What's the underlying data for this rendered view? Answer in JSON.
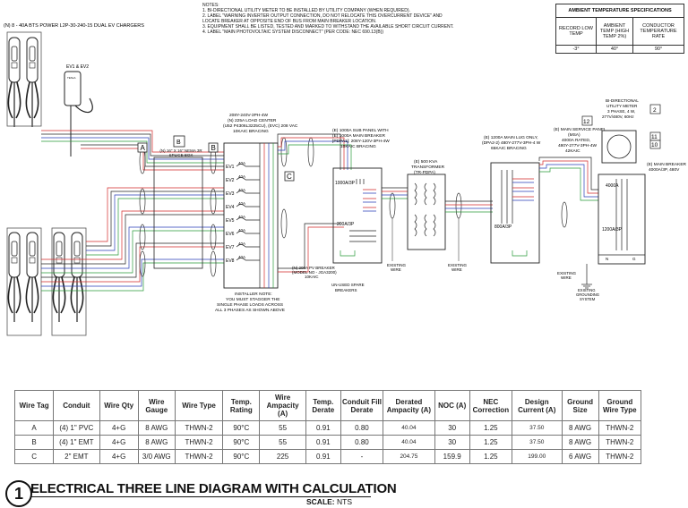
{
  "notes": {
    "heading": "NOTES:",
    "lines": [
      "1.    BI-DIRECTIONAL UTILITY METER TO BE INSTALLED BY UTILITY COMPANY (WHEN REQUIRED).",
      "2.    LABEL \"WARNING INVERTER OUTPUT CONNECTION, DO NOT RELOCATE THIS OVERCURRENT DEVICE\" AND",
      "       LOCATE BREAKER AT OPPOSITE END OF BUS FROM MAIN BREAKER LOCATION.",
      "3.    EQUIPMENT SHALL BE LISTED, TESTED AND MARKED TO WITHSTAND THE AVAILABLE SHORT CIRCUIT CURRENT.",
      "4.    LABEL \"MAIN PHOTOVOLTAIC SYSTEM DISCONNECT\" (PER CODE: NEC 690.13(B))"
    ]
  },
  "ambient_table": {
    "title": "AMBIENT TEMPERATURE SPECIFICATIONS",
    "col1": "RECORD LOW TEMP",
    "col2": "AMBIENT TEMP (HIGH TEMP 2%)",
    "col3": "CONDUCTOR TEMPERATURE RATE",
    "values": [
      "-3°",
      "40°",
      "90°"
    ]
  },
  "diagram": {
    "chargers_label": "(N) 8 - 40A BTS POWER L2P-30-240-15 DUAL EV CHARGERS",
    "ev_label": "EV1 & EV2",
    "tag_a": "A",
    "tag_b": "B",
    "tag_c": "C",
    "splice_box": "(N) 16\" X 16\" NEMA 3R SPLICE BOX",
    "load_center": [
      "208Y-240V-3PH-4W",
      "(N) 225A LOAD CENTER",
      "(U52 P4306L3225CU), (EVC) 208 VAC",
      "10KAIC BRACING"
    ],
    "ev_circuits": [
      "EV1",
      "EV2",
      "EV3",
      "EV4",
      "EV5",
      "EV6",
      "EV7",
      "EV8"
    ],
    "ev_breakers": [
      "40A",
      "40A",
      "40A",
      "40A",
      "40A",
      "40A",
      "40A",
      "40A"
    ],
    "sub_panel": [
      "(E) 1000A SUB PANEL WITH",
      "(E) 1000A MAIN BREAKER",
      "[PDPA1]: 208Y-120V-3PH-4W",
      "10KAIC BRACING"
    ],
    "sub_panel_main": "1000A/3P",
    "sub_panel_branch": "200A/3P",
    "pv_breaker": [
      "(N) 200A PV BREAKER",
      "(MODEL NO - JGA3200)",
      "10KAIC"
    ],
    "unused": [
      "UN-USED SPARE",
      "BREAKERS"
    ],
    "transformer": [
      "(E) 500 KVA",
      "TRANSFORMER",
      "(TR-PDPA)"
    ],
    "existing_wire": [
      "EXISTING",
      "WIRE"
    ],
    "main_lug": [
      "(E) 1200A MAIN LUG ONLY,",
      "(DPA2-2) 480Y-277V-3PH-4 W",
      "65KAIC BRACING"
    ],
    "main_lug_breaker": "800A/3P",
    "main_service": [
      "(E) MAIN SERVICE PANEL",
      "(MSA)",
      "4000A RATED,",
      "480Y-277V-3PH-4W",
      "42KAIC"
    ],
    "main_breaker": [
      "(E) MAIN BREAKER",
      "4000A/3P, 480V"
    ],
    "main_service_breakers": [
      "4000A",
      "1200A/3P"
    ],
    "utility_meter": [
      "BI-DIRECTIONAL",
      "UTILITY METER",
      "3 PHASE, 4 W,",
      "277V/480V, 60Hz"
    ],
    "n_label": "N",
    "g_label": "G",
    "tag_numbers": [
      "12",
      "2",
      "11",
      "10"
    ],
    "grounding": [
      "EXISTING",
      "GROUNDING",
      "SYSTEM"
    ],
    "installer_note": [
      "INSTALLER NOTE:",
      "YOU MUST STAGGER THE",
      "SINGLE PHASE LOADS ACROSS",
      "ALL 3 PHASES AS SHOWN ABOVE"
    ],
    "charger_brand": "TESLA"
  },
  "wire_table": {
    "headers": [
      "Wire Tag",
      "Conduit",
      "Wire Qty",
      "Wire Gauge",
      "Wire Type",
      "Temp. Rating",
      "Wire Ampacity (A)",
      "Temp. Derate",
      "Conduit Fill Derate",
      "Derated Ampacity (A)",
      "NOC (A)",
      "NEC Correction",
      "Design Current (A)",
      "Ground Size",
      "Ground Wire Type"
    ],
    "rows": [
      [
        "A",
        "(4) 1\" PVC",
        "4+G",
        "8 AWG",
        "THWN-2",
        "90°C",
        "55",
        "0.91",
        "0.80",
        "40.04",
        "30",
        "1.25",
        "37.50",
        "8 AWG",
        "THWN-2"
      ],
      [
        "B",
        "(4) 1\" EMT",
        "4+G",
        "8 AWG",
        "THWN-2",
        "90°C",
        "55",
        "0.91",
        "0.80",
        "40.04",
        "30",
        "1.25",
        "37.50",
        "8 AWG",
        "THWN-2"
      ],
      [
        "C",
        "2\" EMT",
        "4+G",
        "3/0 AWG",
        "THWN-2",
        "90°C",
        "225",
        "0.91",
        "-",
        "204.75",
        "159.9",
        "1.25",
        "199.00",
        "6 AWG",
        "THWN-2"
      ]
    ]
  },
  "title_block": {
    "number": "1",
    "title": "ELECTRICAL THREE LINE DIAGRAM WITH CALCULATION",
    "scale_label": "SCALE:",
    "scale_value": "NTS"
  },
  "colors": {
    "red": "#d42a2a",
    "blue": "#2a3fb8",
    "green": "#2a9a3a",
    "black": "#222222"
  }
}
